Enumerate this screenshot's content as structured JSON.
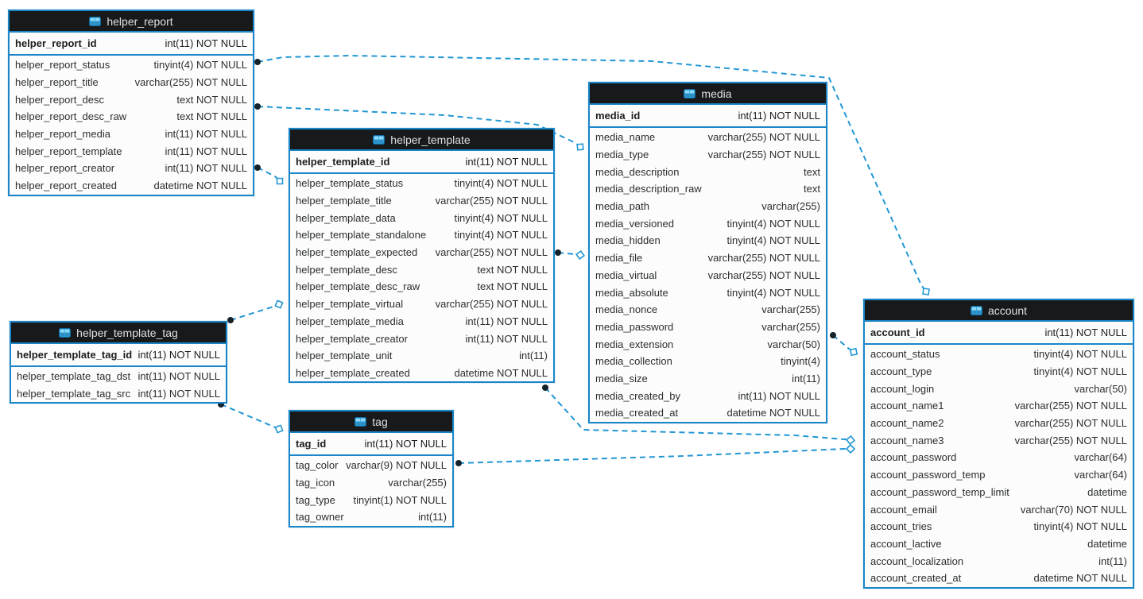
{
  "diagram": {
    "colors": {
      "accent_border": "#1a86c8",
      "relationship_line": "#2196d3",
      "header_background": "#17191a"
    },
    "header_icon": "table-grid-icon",
    "tables": [
      {
        "id": "helper_report",
        "title": "helper_report",
        "pk": {
          "name": "helper_report_id",
          "type": "int(11) NOT NULL"
        },
        "fields": [
          {
            "name": "helper_report_status",
            "type": "tinyint(4) NOT NULL"
          },
          {
            "name": "helper_report_title",
            "type": "varchar(255) NOT NULL"
          },
          {
            "name": "helper_report_desc",
            "type": "text NOT NULL"
          },
          {
            "name": "helper_report_desc_raw",
            "type": "text NOT NULL"
          },
          {
            "name": "helper_report_media",
            "type": "int(11) NOT NULL"
          },
          {
            "name": "helper_report_template",
            "type": "int(11) NOT NULL"
          },
          {
            "name": "helper_report_creator",
            "type": "int(11) NOT NULL"
          },
          {
            "name": "helper_report_created",
            "type": "datetime NOT NULL"
          }
        ]
      },
      {
        "id": "helper_template",
        "title": "helper_template",
        "pk": {
          "name": "helper_template_id",
          "type": "int(11) NOT NULL"
        },
        "fields": [
          {
            "name": "helper_template_status",
            "type": "tinyint(4) NOT NULL"
          },
          {
            "name": "helper_template_title",
            "type": "varchar(255) NOT NULL"
          },
          {
            "name": "helper_template_data",
            "type": "tinyint(4) NOT NULL"
          },
          {
            "name": "helper_template_standalone",
            "type": "tinyint(4) NOT NULL"
          },
          {
            "name": "helper_template_expected",
            "type": "varchar(255) NOT NULL"
          },
          {
            "name": "helper_template_desc",
            "type": "text NOT NULL"
          },
          {
            "name": "helper_template_desc_raw",
            "type": "text NOT NULL"
          },
          {
            "name": "helper_template_virtual",
            "type": "varchar(255) NOT NULL"
          },
          {
            "name": "helper_template_media",
            "type": "int(11) NOT NULL"
          },
          {
            "name": "helper_template_creator",
            "type": "int(11) NOT NULL"
          },
          {
            "name": "helper_template_unit",
            "type": "int(11)"
          },
          {
            "name": "helper_template_created",
            "type": "datetime NOT NULL"
          }
        ]
      },
      {
        "id": "media",
        "title": "media",
        "pk": {
          "name": "media_id",
          "type": "int(11) NOT NULL"
        },
        "fields": [
          {
            "name": "media_name",
            "type": "varchar(255) NOT NULL"
          },
          {
            "name": "media_type",
            "type": "varchar(255) NOT NULL"
          },
          {
            "name": "media_description",
            "type": "text"
          },
          {
            "name": "media_description_raw",
            "type": "text"
          },
          {
            "name": "media_path",
            "type": "varchar(255)"
          },
          {
            "name": "media_versioned",
            "type": "tinyint(4) NOT NULL"
          },
          {
            "name": "media_hidden",
            "type": "tinyint(4) NOT NULL"
          },
          {
            "name": "media_file",
            "type": "varchar(255) NOT NULL"
          },
          {
            "name": "media_virtual",
            "type": "varchar(255) NOT NULL"
          },
          {
            "name": "media_absolute",
            "type": "tinyint(4) NOT NULL"
          },
          {
            "name": "media_nonce",
            "type": "varchar(255)"
          },
          {
            "name": "media_password",
            "type": "varchar(255)"
          },
          {
            "name": "media_extension",
            "type": "varchar(50)"
          },
          {
            "name": "media_collection",
            "type": "tinyint(4)"
          },
          {
            "name": "media_size",
            "type": "int(11)"
          },
          {
            "name": "media_created_by",
            "type": "int(11) NOT NULL"
          },
          {
            "name": "media_created_at",
            "type": "datetime NOT NULL"
          }
        ]
      },
      {
        "id": "account",
        "title": "account",
        "pk": {
          "name": "account_id",
          "type": "int(11) NOT NULL"
        },
        "fields": [
          {
            "name": "account_status",
            "type": "tinyint(4) NOT NULL"
          },
          {
            "name": "account_type",
            "type": "tinyint(4) NOT NULL"
          },
          {
            "name": "account_login",
            "type": "varchar(50)"
          },
          {
            "name": "account_name1",
            "type": "varchar(255) NOT NULL"
          },
          {
            "name": "account_name2",
            "type": "varchar(255) NOT NULL"
          },
          {
            "name": "account_name3",
            "type": "varchar(255) NOT NULL"
          },
          {
            "name": "account_password",
            "type": "varchar(64)"
          },
          {
            "name": "account_password_temp",
            "type": "varchar(64)"
          },
          {
            "name": "account_password_temp_limit",
            "type": "datetime"
          },
          {
            "name": "account_email",
            "type": "varchar(70) NOT NULL"
          },
          {
            "name": "account_tries",
            "type": "tinyint(4) NOT NULL"
          },
          {
            "name": "account_lactive",
            "type": "datetime"
          },
          {
            "name": "account_localization",
            "type": "int(11)"
          },
          {
            "name": "account_created_at",
            "type": "datetime NOT NULL"
          }
        ]
      },
      {
        "id": "helper_template_tag",
        "title": "helper_template_tag",
        "pk": {
          "name": "helper_template_tag_id",
          "type": "int(11) NOT NULL"
        },
        "fields": [
          {
            "name": "helper_template_tag_dst",
            "type": "int(11) NOT NULL"
          },
          {
            "name": "helper_template_tag_src",
            "type": "int(11) NOT NULL"
          }
        ]
      },
      {
        "id": "tag",
        "title": "tag",
        "pk": {
          "name": "tag_id",
          "type": "int(11) NOT NULL"
        },
        "fields": [
          {
            "name": "tag_color",
            "type": "varchar(9) NOT NULL"
          },
          {
            "name": "tag_icon",
            "type": "varchar(255)"
          },
          {
            "name": "tag_type",
            "type": "tinyint(1) NOT NULL"
          },
          {
            "name": "tag_owner",
            "type": "int(11)"
          }
        ]
      }
    ],
    "relationships": [
      {
        "from": "helper_report",
        "to": "account"
      },
      {
        "from": "helper_report",
        "to": "media"
      },
      {
        "from": "helper_report",
        "to": "helper_template"
      },
      {
        "from": "helper_template_tag",
        "to": "helper_template"
      },
      {
        "from": "helper_template_tag",
        "to": "tag"
      },
      {
        "from": "helper_template",
        "to": "media"
      },
      {
        "from": "media",
        "to": "account"
      },
      {
        "from": "helper_template",
        "to": "account"
      },
      {
        "from": "tag",
        "to": "account"
      }
    ]
  }
}
